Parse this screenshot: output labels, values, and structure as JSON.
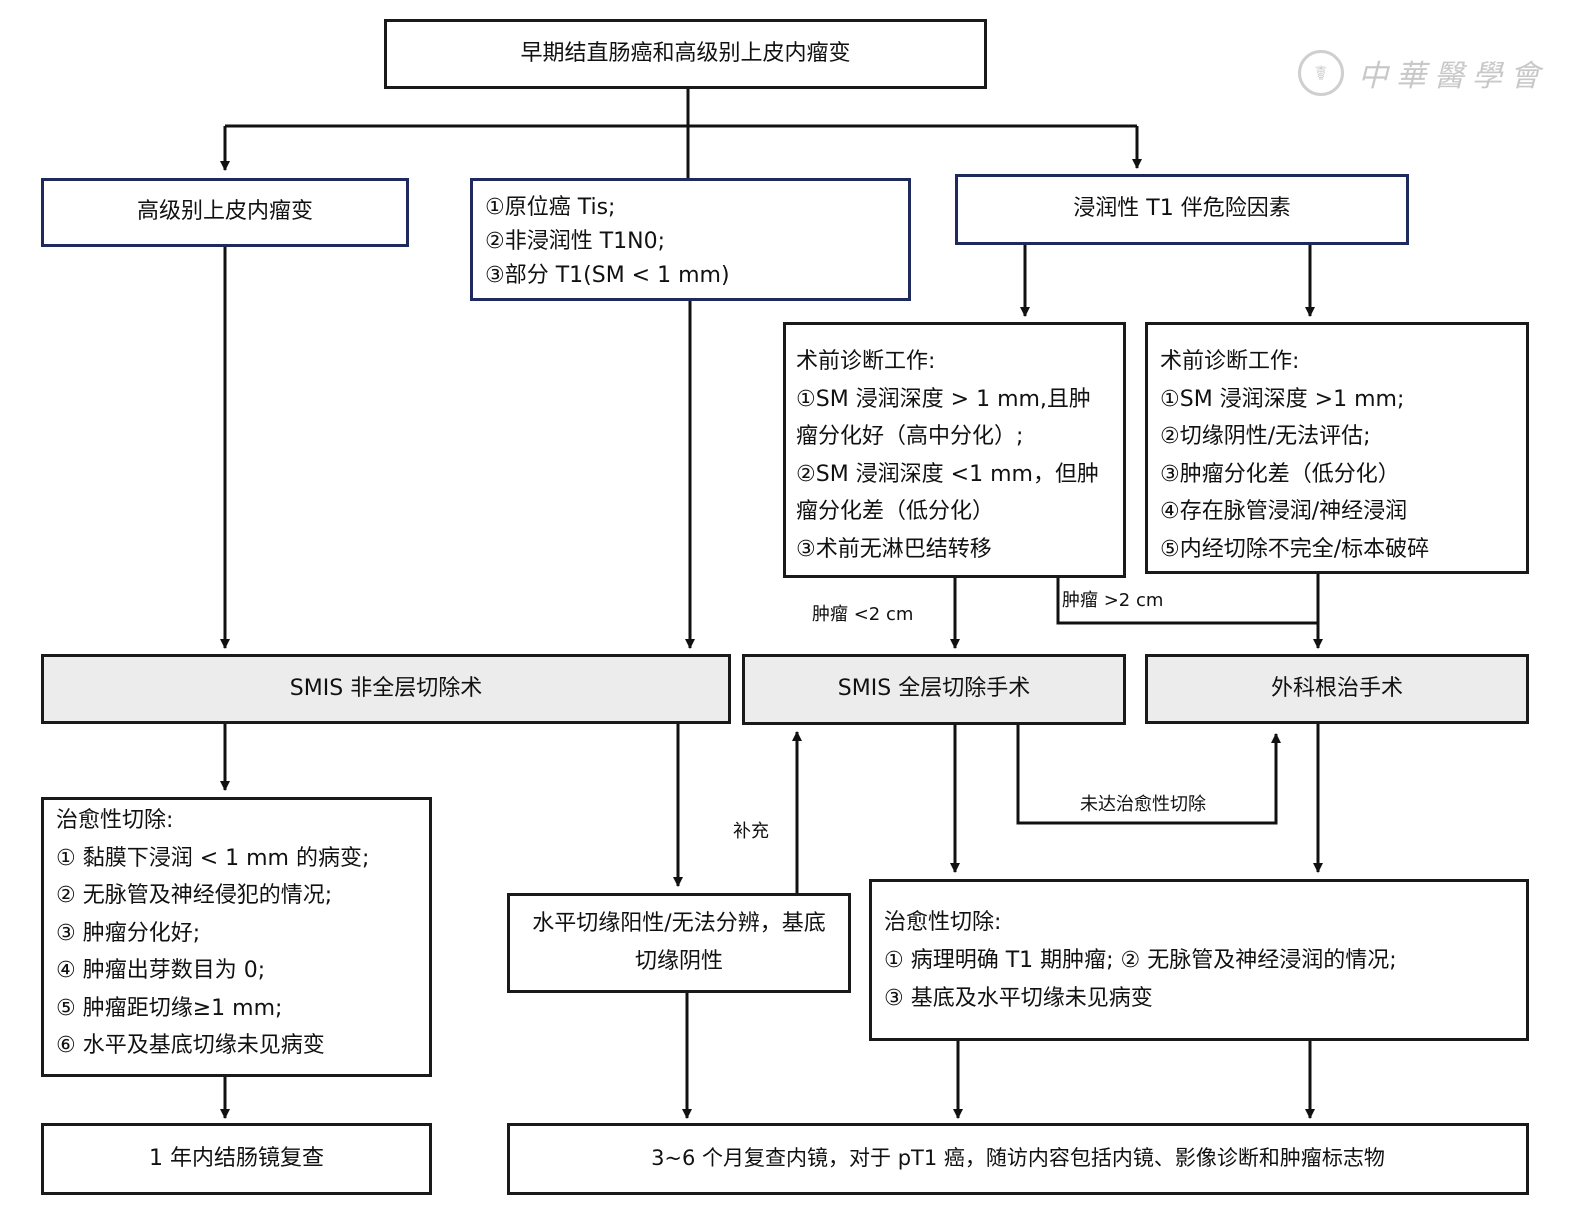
{
  "watermark": {
    "text": "中華醫學會",
    "seal_icon": "medical-association-seal-icon"
  },
  "colors": {
    "navy_border": "#1f2a5c",
    "black_border": "#1a1a1a",
    "grey_fill": "#ececec"
  },
  "nodes": {
    "root": "早期结直肠癌和高级别上皮内瘤变",
    "hgin": "高级别上皮内瘤变",
    "tis_box": {
      "lines": [
        "①原位癌 Tis;",
        "②非浸润性 T1N0;",
        "③部分 T1(SM < 1 mm)"
      ]
    },
    "t1_risk": "浸润性 T1 伴危险因素",
    "preop_left": {
      "lines": [
        "术前诊断工作:",
        "①SM 浸润深度 > 1 mm,且肿",
        "瘤分化好（高中分化）;",
        "②SM 浸润深度 <1 mm，但肿",
        "瘤分化差（低分化）",
        "③术前无淋巴结转移"
      ]
    },
    "preop_right": {
      "lines": [
        "术前诊断工作:",
        "①SM 浸润深度 >1 mm;",
        "②切缘阴性/无法评估;",
        "③肿瘤分化差（低分化）",
        "④存在脉管浸润/神经浸润",
        "⑤内经切除不完全/标本破碎"
      ]
    },
    "smis_partial": "SMIS 非全层切除术",
    "smis_full": "SMIS 全层切除手术",
    "surgery": "外科根治手术",
    "curative_left": {
      "lines": [
        "治愈性切除:",
        "①  黏膜下浸润 < 1 mm 的病变;",
        "②  无脉管及神经侵犯的情况;",
        "③  肿瘤分化好;",
        "④  肿瘤出芽数目为 0;",
        "⑤  肿瘤距切缘≥1 mm;",
        "⑥  水平及基底切缘未见病变"
      ]
    },
    "margin_positive": {
      "lines": [
        "水平切缘阳性/无法分辨，基底",
        "切缘阴性"
      ]
    },
    "curative_right": {
      "lines": [
        "治愈性切除:",
        "①  病理明确 T1 期肿瘤;  ②  无脉管及神经浸润的情况;",
        "③  基底及水平切缘未见病变"
      ]
    },
    "followup_1yr": "1 年内结肠镜复查",
    "followup_3to6": "3~6 个月复查内镜，对于 pT1 癌，随访内容包括内镜、影像诊断和肿瘤标志物"
  },
  "edge_labels": {
    "tumor_small": "肿瘤 <2 cm",
    "tumor_large": "肿瘤 >2 cm",
    "supplement": "补充",
    "not_curative": "未达治愈性切除"
  }
}
